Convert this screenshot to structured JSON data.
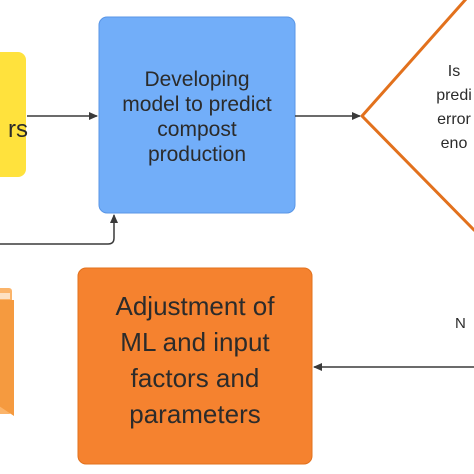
{
  "diagram": {
    "colors": {
      "yellow": "#ffe23d",
      "blue": "#72aef9",
      "blue_border": "#5a96e6",
      "orange": "#f5822f",
      "orange_border": "#e2711d",
      "arrow": "#3a3a3a",
      "light_orange": "#fbb46a"
    },
    "nodes": {
      "input_factors": {
        "text": "rs",
        "shape": "rounded-rectangle",
        "color": "yellow"
      },
      "develop_model": {
        "text": "Developing\nmodel to predict\ncompost\nproduction",
        "shape": "rounded-rectangle",
        "color": "blue"
      },
      "decision": {
        "text": "Is\npredi\nerror\neno",
        "shape": "diamond",
        "color": "white with orange border"
      },
      "adjustment": {
        "text": "Adjustment of\nML and input\nfactors and\nparameters",
        "shape": "rounded-rectangle",
        "color": "orange"
      }
    },
    "edge_labels": {
      "no": "N"
    },
    "icons": [
      "document-stack-icon"
    ]
  }
}
